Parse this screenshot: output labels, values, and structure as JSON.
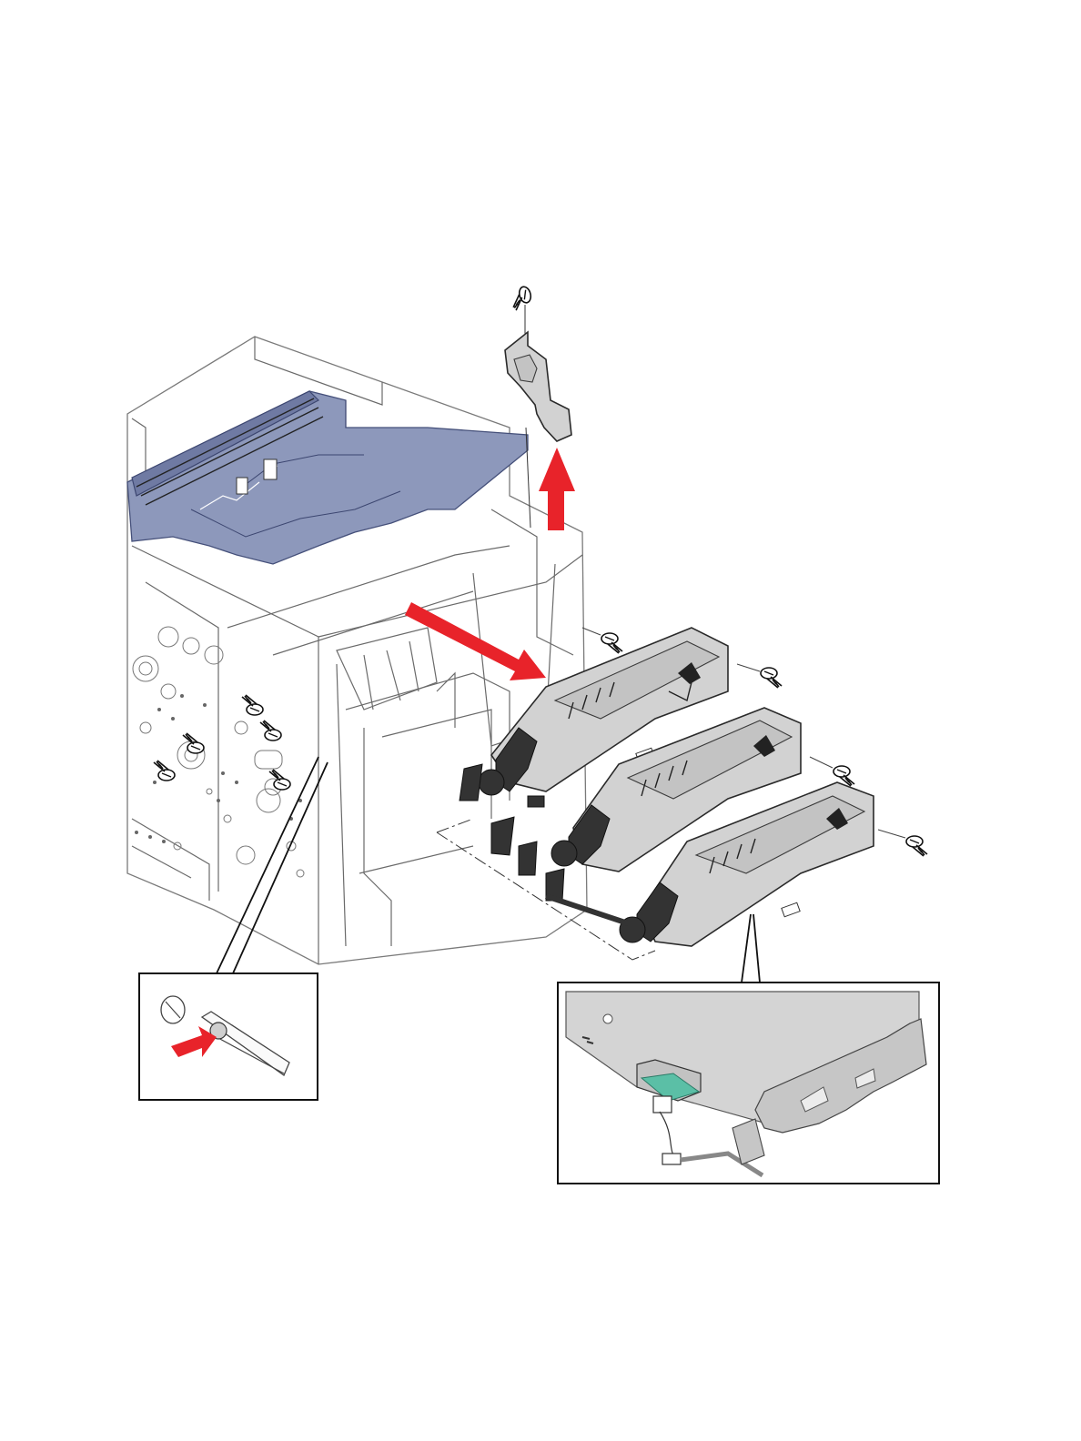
{
  "colors": {
    "arrow": "#e8232a",
    "output_tray_blue": "#8d98bb",
    "tray_gray": "#d2d2d2",
    "sensor_board_green": "#5bbfa6"
  },
  "icons": [
    "screw-icon",
    "arrow-up-icon",
    "arrow-down-right-icon",
    "push-arrow-icon"
  ],
  "trays": [
    {
      "id": "tray-1"
    },
    {
      "id": "tray-2"
    },
    {
      "id": "tray-3"
    }
  ]
}
